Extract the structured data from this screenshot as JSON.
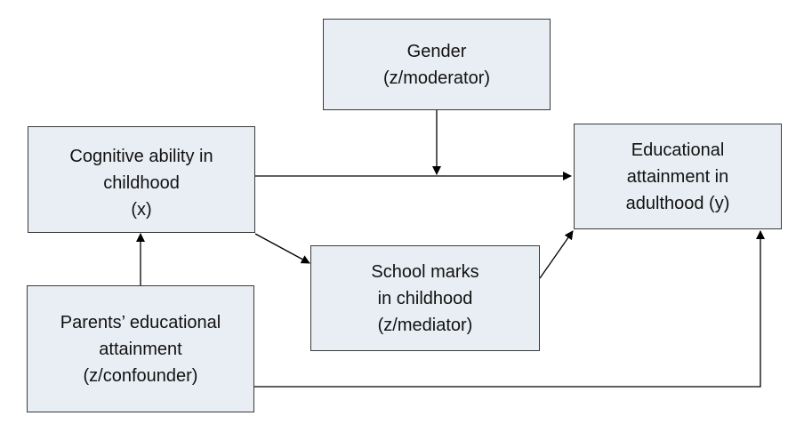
{
  "nodes": {
    "gender": {
      "lines": [
        "Gender",
        "(z/moderator)"
      ]
    },
    "cognitive": {
      "lines": [
        "Cognitive ability in",
        "childhood",
        "(x)"
      ]
    },
    "educational": {
      "lines": [
        "Educational",
        "attainment in",
        "adulthood (y)"
      ]
    },
    "school": {
      "lines": [
        "School marks",
        "in childhood",
        "(z/mediator)"
      ]
    },
    "parents": {
      "lines": [
        "Parents’ educational",
        "attainment",
        "(z/confounder)"
      ]
    }
  },
  "colors": {
    "box_fill": "#e9eef4",
    "box_border": "#3a3a3a",
    "line": "#000000"
  }
}
